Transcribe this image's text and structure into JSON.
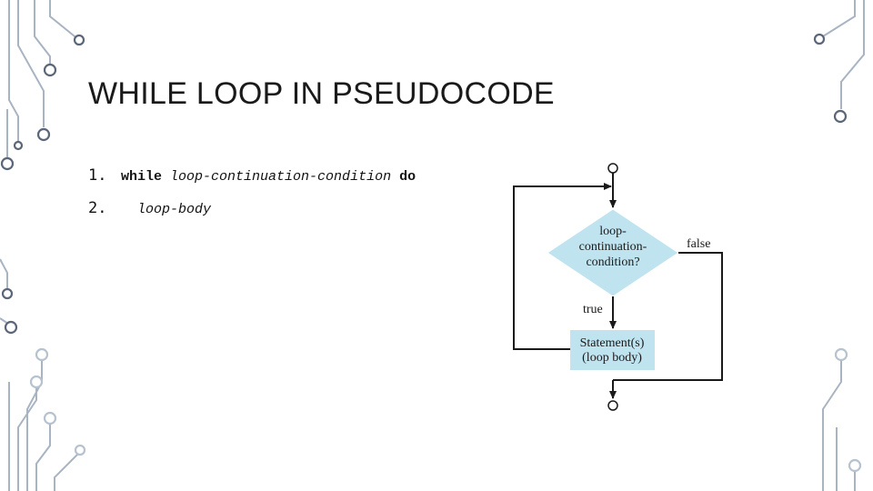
{
  "slide": {
    "title": "WHILE LOOP IN PSEUDOCODE"
  },
  "pseudocode": {
    "line1": {
      "number": "1.",
      "keyword_while": "while",
      "condition": "loop-continuation-condition",
      "keyword_do": "do"
    },
    "line2": {
      "number": "2.",
      "body": "loop-body"
    }
  },
  "flowchart": {
    "decision_line1": "loop-",
    "decision_line2": "continuation-",
    "decision_line3": "condition?",
    "false_label": "false",
    "true_label": "true",
    "statement_line1": "Statement(s)",
    "statement_line2": "(loop body)",
    "colors": {
      "diamond_fill": "#bfe3ef",
      "box_fill": "#bfe3ef",
      "line": "#1a1a1a"
    }
  },
  "decoration": {
    "circuit_color": "#9aa7b8"
  }
}
